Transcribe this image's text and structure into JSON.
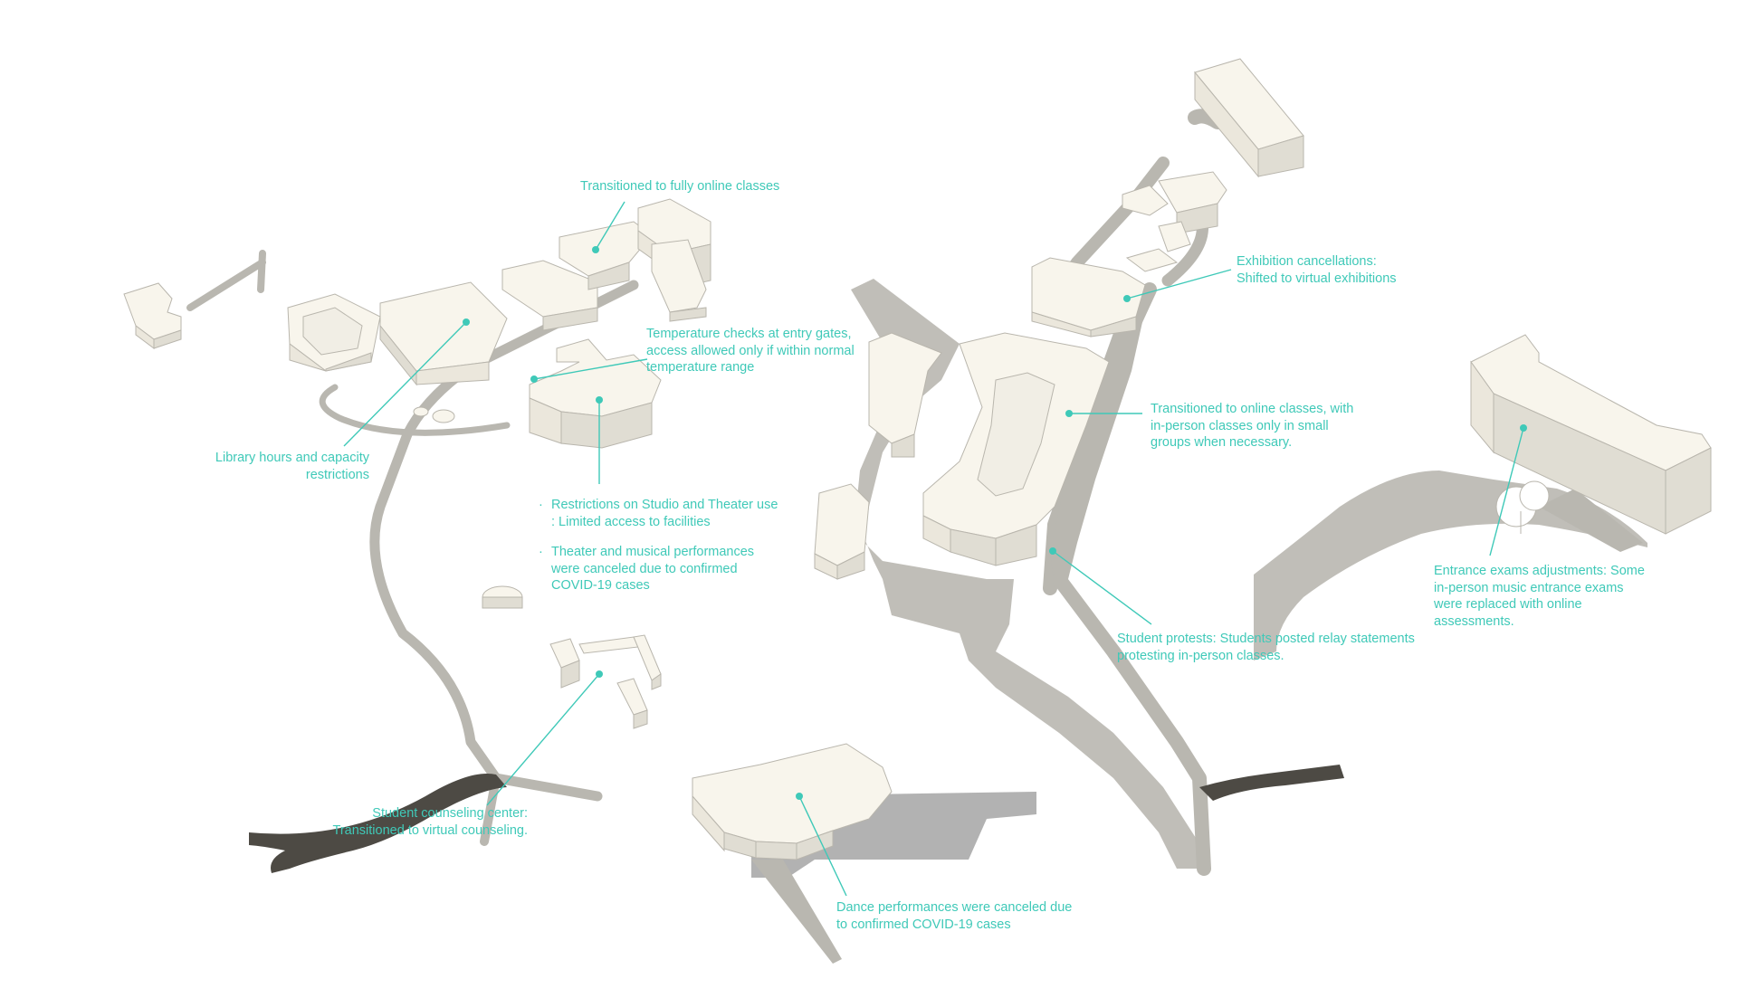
{
  "colors": {
    "accent": "#3fc9b8",
    "building_top": "#f8f5ec",
    "building_side": "#ede9df",
    "building_edge": "#b9b6ad",
    "path_light": "#b9b7b0",
    "path_dark": "#4d4a44",
    "plaza": "#b2b2b2"
  },
  "annotations": {
    "online_classes": [
      "Transitioned to fully online classes"
    ],
    "temperature": [
      "Temperature checks at entry gates,",
      "access allowed only if within normal",
      "temperature range"
    ],
    "library": [
      "Library hours and capacity",
      "restrictions"
    ],
    "studio": [
      "Restrictions on Studio and Theater use",
      ": Limited access to facilities"
    ],
    "theater": [
      "Theater and musical performances",
      "were canceled due to confirmed",
      "COVID-19 cases"
    ],
    "counseling": [
      "Student counseling center:",
      "Transitioned to virtual counseling."
    ],
    "dance": [
      "Dance performances were canceled due",
      "to confirmed COVID-19 cases"
    ],
    "exhibition": [
      "Exhibition cancellations:",
      "Shifted to virtual exhibitions"
    ],
    "small_groups": [
      "Transitioned to online classes, with",
      "in-person classes only in small",
      "groups when necessary."
    ],
    "protests": [
      "Student protests: Students posted relay statements",
      "protesting in-person classes."
    ],
    "entrance_exams": [
      "Entrance exams adjustments: Some",
      "in-person music entrance exams",
      "were replaced with online",
      "assessments."
    ]
  }
}
